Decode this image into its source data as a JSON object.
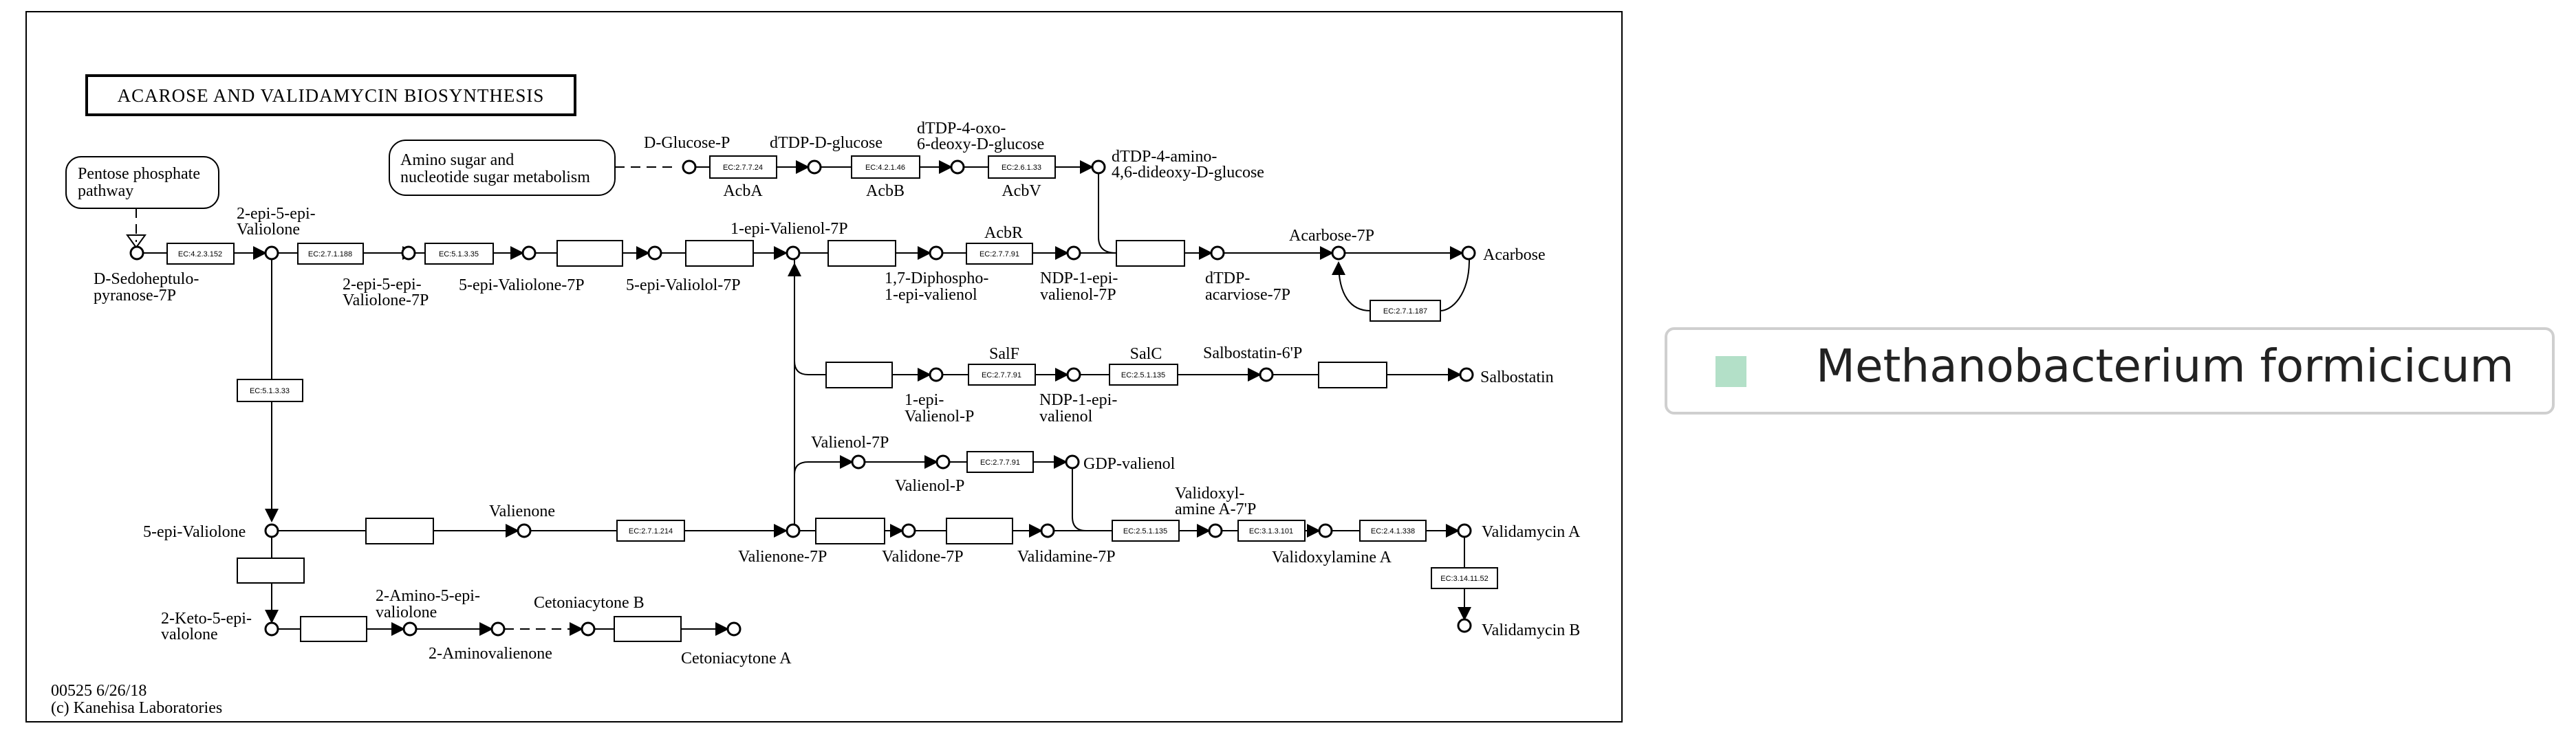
{
  "colors": {
    "highlight": "#b3e0c8",
    "legend_swatch": "#b3e0c8"
  },
  "title": "ACAROSE AND VALIDAMYCIN BIOSYNTHESIS",
  "footer": {
    "map_id": "00525 6/26/18",
    "copyright": "(c) Kanehisa Laboratories"
  },
  "legend": {
    "organism": "Methanobacterium formicicum"
  },
  "map_links": {
    "pentose": [
      "Pentose phosphate",
      "pathway"
    ],
    "amino": [
      "Amino sugar and",
      "nucleotide sugar metabolism"
    ]
  },
  "compounds": [
    {
      "id": "D-Sedoheptulo-pyranose-7P",
      "lines": [
        "D-Sedoheptulo-",
        "pyranose-7P"
      ]
    },
    {
      "id": "2-epi-5-epi-Valiolone-top",
      "lines": [
        "2-epi-5-epi-",
        "Valiolone"
      ]
    },
    {
      "id": "2-epi-5-epi-Valiolone-7P",
      "lines": [
        "2-epi-5-epi-",
        "Valiolone-7P"
      ]
    },
    {
      "id": "5-epi-Valiolone-7P",
      "lines": [
        "5-epi-Valiolone-7P"
      ]
    },
    {
      "id": "5-epi-Valiolol-7P",
      "lines": [
        "5-epi-Valiolol-7P"
      ]
    },
    {
      "id": "1-epi-Valienol-7P",
      "lines": [
        "1-epi-Valienol-7P"
      ]
    },
    {
      "id": "1,7-Diphospho-1-epi-valienol",
      "lines": [
        "1,7-Diphospho-",
        "1-epi-valienol"
      ]
    },
    {
      "id": "NDP-1-epi-valienol-7P",
      "lines": [
        "NDP-1-epi-",
        "valienol-7P"
      ]
    },
    {
      "id": "dTDP-acarviose-7P",
      "lines": [
        "dTDP-",
        "acarviose-7P"
      ]
    },
    {
      "id": "Acarbose-7P",
      "lines": [
        "Acarbose-7P"
      ]
    },
    {
      "id": "Acarbose",
      "lines": [
        "Acarbose"
      ]
    },
    {
      "id": "D-Glucose-P",
      "lines": [
        "D-Glucose-P"
      ]
    },
    {
      "id": "dTDP-D-glucose",
      "lines": [
        "dTDP-D-glucose"
      ]
    },
    {
      "id": "dTDP-4-oxo-6-deoxy-D-glucose",
      "lines": [
        "dTDP-4-oxo-",
        "6-deoxy-D-glucose"
      ]
    },
    {
      "id": "dTDP-4-amino-4,6-dideoxy-D-glucose",
      "lines": [
        "dTDP-4-amino-",
        "4,6-dideoxy-D-glucose"
      ]
    },
    {
      "id": "1-epi-Valienol-P",
      "lines": [
        "1-epi-",
        "Valienol-P"
      ]
    },
    {
      "id": "NDP-1-epi-valienol",
      "lines": [
        "NDP-1-epi-",
        "valienol"
      ]
    },
    {
      "id": "Salbostatin-6'P",
      "lines": [
        "Salbostatin-6'P"
      ]
    },
    {
      "id": "Salbostatin",
      "lines": [
        "Salbostatin"
      ]
    },
    {
      "id": "5-epi-Valiolone",
      "lines": [
        "5-epi-Valiolone"
      ]
    },
    {
      "id": "Valienone",
      "lines": [
        "Valienone"
      ]
    },
    {
      "id": "Valienone-7P",
      "lines": [
        "Valienone-7P"
      ]
    },
    {
      "id": "Valienol-7P",
      "lines": [
        "Valienol-7P"
      ]
    },
    {
      "id": "Valienol-P",
      "lines": [
        "Valienol-P"
      ]
    },
    {
      "id": "GDP-valienol",
      "lines": [
        "GDP-valienol"
      ]
    },
    {
      "id": "Validone-7P",
      "lines": [
        "Validone-7P"
      ]
    },
    {
      "id": "Validamine-7P",
      "lines": [
        "Validamine-7P"
      ]
    },
    {
      "id": "Validoxylamine-A-7'P",
      "lines": [
        "Validoxyl-",
        "amine A-7'P"
      ]
    },
    {
      "id": "Validoxylamine-A",
      "lines": [
        "Validoxylamine A"
      ]
    },
    {
      "id": "Validamycin-A",
      "lines": [
        "Validamycin A"
      ]
    },
    {
      "id": "Validamycin-B",
      "lines": [
        "Validamycin B"
      ]
    },
    {
      "id": "2-Keto-5-epi-valolone",
      "lines": [
        "2-Keto-5-epi-",
        "valolone"
      ]
    },
    {
      "id": "2-Amino-5-epi-valiolone",
      "lines": [
        "2-Amino-5-epi-",
        "valiolone"
      ]
    },
    {
      "id": "2-Aminovalienone",
      "lines": [
        "2-Aminovalienone"
      ]
    },
    {
      "id": "Cetoniacytone-B",
      "lines": [
        "Cetoniacytone B"
      ]
    },
    {
      "id": "Cetoniacytone-A",
      "lines": [
        "Cetoniacytone A"
      ]
    }
  ],
  "enzymes": [
    {
      "id": "e1",
      "ec": "EC:4.2.3.152",
      "gene": "",
      "highlight": false
    },
    {
      "id": "e2",
      "ec": "EC:2.7.1.188",
      "gene": "",
      "highlight": false
    },
    {
      "id": "e3",
      "ec": "EC:5.1.3.35",
      "gene": "",
      "highlight": false
    },
    {
      "id": "e4",
      "ec": "",
      "gene": "",
      "highlight": false
    },
    {
      "id": "e5",
      "ec": "",
      "gene": "",
      "highlight": false
    },
    {
      "id": "e6",
      "ec": "",
      "gene": "",
      "highlight": false
    },
    {
      "id": "e7",
      "ec": "EC:2.7.7.91",
      "gene": "AcbR",
      "highlight": false
    },
    {
      "id": "e8",
      "ec": "",
      "gene": "",
      "highlight": false
    },
    {
      "id": "e9",
      "ec": "EC:2.7.1.187",
      "gene": "",
      "highlight": false
    },
    {
      "id": "e10",
      "ec": "EC:2.7.7.24",
      "gene": "AcbA",
      "highlight": true
    },
    {
      "id": "e11",
      "ec": "EC:4.2.1.46",
      "gene": "AcbB",
      "highlight": true
    },
    {
      "id": "e12",
      "ec": "EC:2.6.1.33",
      "gene": "AcbV",
      "highlight": false
    },
    {
      "id": "e13",
      "ec": "",
      "gene": "",
      "highlight": false
    },
    {
      "id": "e14",
      "ec": "EC:2.7.7.91",
      "gene": "SalF",
      "highlight": false
    },
    {
      "id": "e15",
      "ec": "EC:2.5.1.135",
      "gene": "SalC",
      "highlight": false
    },
    {
      "id": "e16",
      "ec": "",
      "gene": "",
      "highlight": false
    },
    {
      "id": "e17",
      "ec": "EC:5.1.3.33",
      "gene": "",
      "highlight": false
    },
    {
      "id": "e18",
      "ec": "",
      "gene": "",
      "highlight": false
    },
    {
      "id": "e19",
      "ec": "EC:2.7.1.214",
      "gene": "",
      "highlight": false
    },
    {
      "id": "e20",
      "ec": "EC:2.7.7.91",
      "gene": "",
      "highlight": false
    },
    {
      "id": "e21",
      "ec": "",
      "gene": "",
      "highlight": false
    },
    {
      "id": "e22",
      "ec": "",
      "gene": "",
      "highlight": false
    },
    {
      "id": "e23",
      "ec": "EC:2.5.1.135",
      "gene": "",
      "highlight": false
    },
    {
      "id": "e24",
      "ec": "EC:3.1.3.101",
      "gene": "",
      "highlight": false
    },
    {
      "id": "e25",
      "ec": "EC:2.4.1.338",
      "gene": "",
      "highlight": false
    },
    {
      "id": "e26",
      "ec": "EC:3.14.11.52",
      "gene": "",
      "highlight": false
    },
    {
      "id": "e27",
      "ec": "",
      "gene": "",
      "highlight": false
    },
    {
      "id": "e28",
      "ec": "",
      "gene": "",
      "highlight": false
    }
  ]
}
